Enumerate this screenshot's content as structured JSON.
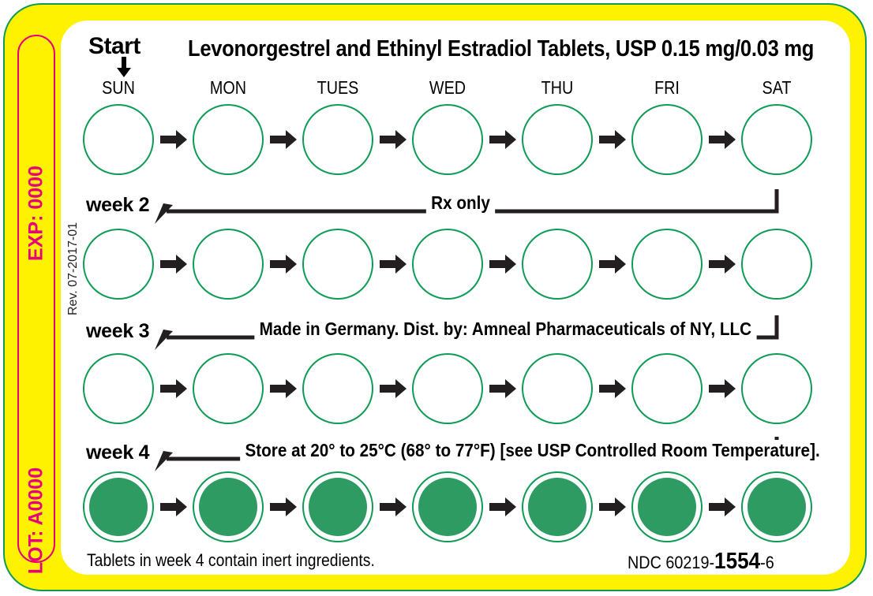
{
  "label": {
    "product_title": "Levonorgestrel and Ethinyl Estradiol Tablets, USP 0.15 mg/0.03 mg",
    "start_label": "Start",
    "exp_text": "EXP: 0000",
    "lot_text": "LOT: A0000",
    "revision": "Rev. 07-2017-01",
    "days": [
      "SUN",
      "MON",
      "TUES",
      "WED",
      "THU",
      "FRI",
      "SAT"
    ],
    "weeks": [
      {
        "label": "week 2",
        "note": "Rx only"
      },
      {
        "label": "week 3",
        "note": "Made in Germany.  Dist. by: Amneal Pharmaceuticals of NY, LLC"
      },
      {
        "label": "week 4",
        "note": "Store at 20° to 25°C (68° to 77°F) [see USP Controlled Room Temperature]."
      }
    ],
    "rows": [
      {
        "name": "week-1",
        "filled": false
      },
      {
        "name": "week-2",
        "filled": false
      },
      {
        "name": "week-3",
        "filled": false
      },
      {
        "name": "week-4",
        "filled": true
      }
    ],
    "footer_left": "Tablets in week 4 contain inert ingredients.",
    "ndc_prefix": "NDC 60219-",
    "ndc_code": "1554",
    "ndc_suffix": "-6",
    "colors": {
      "card_yellow": "#FFF200",
      "hairline_green": "#0E9B55",
      "pill_green": "#2E9B62",
      "strip_magenta": "#E6007E",
      "ink_black": "#000000"
    },
    "icons": {
      "start_arrow": "arrow-down-icon",
      "flow_arrow": "arrow-right-icon",
      "week_pointer": "arrow-down-left-icon"
    }
  }
}
